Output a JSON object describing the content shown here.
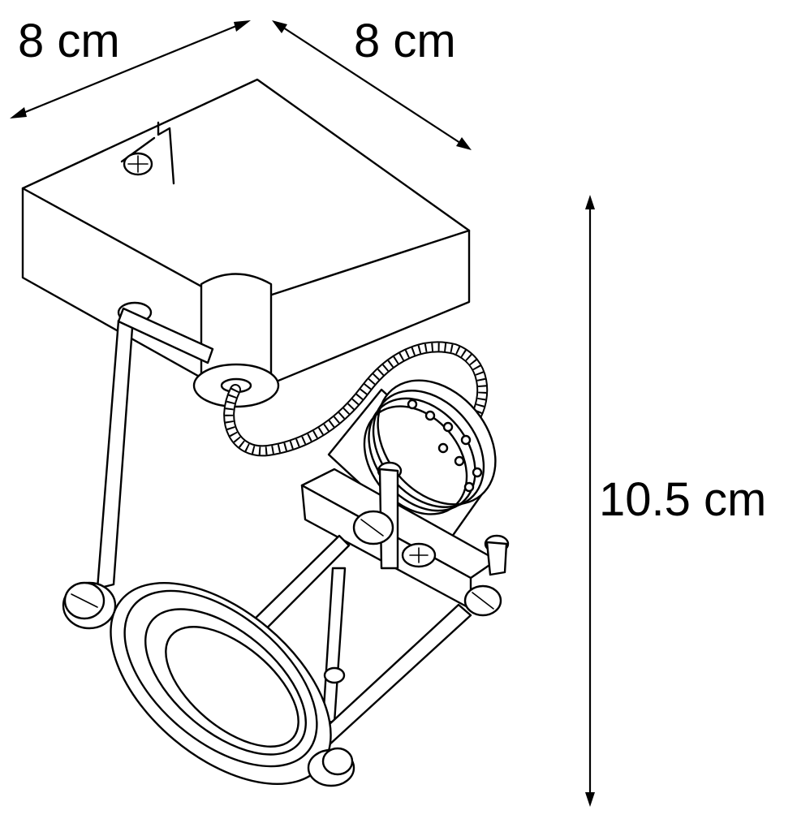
{
  "dimensions": {
    "width": "8 cm",
    "depth": "8 cm",
    "height": "10.5 cm"
  },
  "colors": {
    "line": "#000000",
    "background": "#ffffff"
  }
}
